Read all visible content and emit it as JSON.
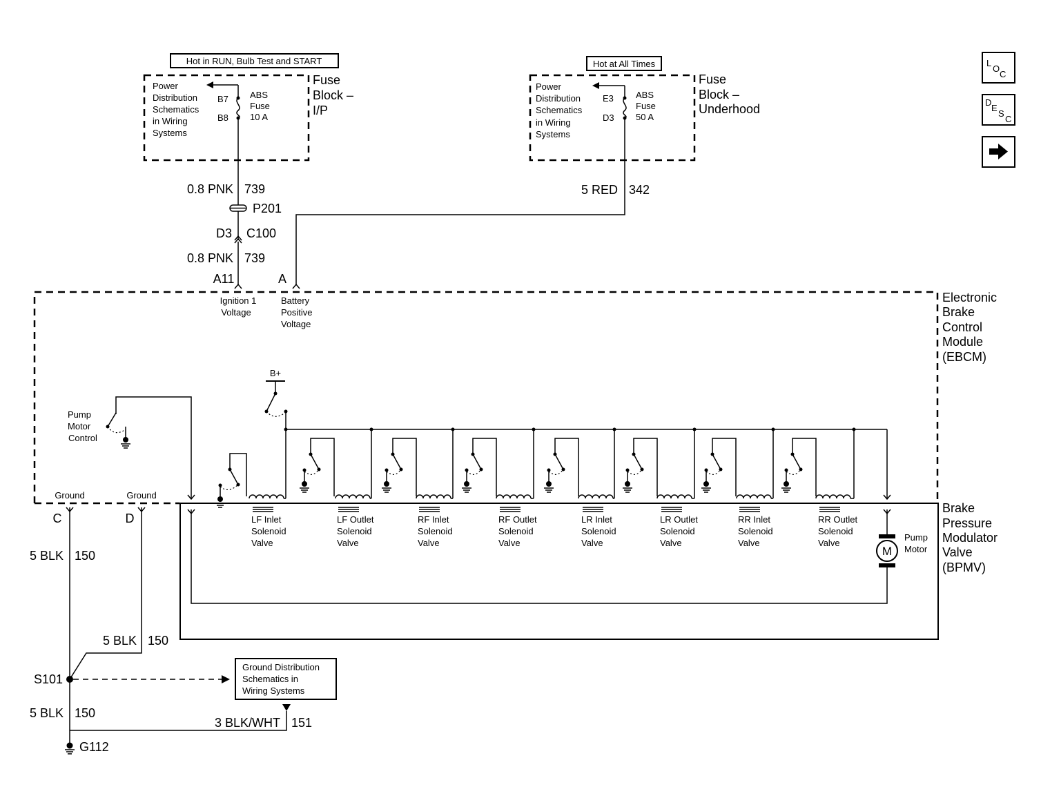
{
  "fuse_ip": {
    "hot_label": "Hot in RUN, Bulb Test and START",
    "block_name": [
      "Fuse",
      "Block –",
      "I/P"
    ],
    "power_dist": [
      "Power",
      "Distribution",
      "Schematics",
      "in Wiring",
      "Systems"
    ],
    "pin_top": "B7",
    "pin_bottom": "B8",
    "fuse_name": [
      "ABS",
      "Fuse",
      "10 A"
    ]
  },
  "fuse_uh": {
    "hot_label": "Hot at All Times",
    "block_name": [
      "Fuse",
      "Block –",
      "Underhood"
    ],
    "power_dist": [
      "Power",
      "Distribution",
      "Schematics",
      "in Wiring",
      "Systems"
    ],
    "pin_top": "E3",
    "pin_bottom": "D3",
    "fuse_name": [
      "ABS",
      "Fuse",
      "50 A"
    ]
  },
  "wires": {
    "ign_upper_size": "0.8 PNK",
    "ign_upper_circuit": "739",
    "ign_lower_size": "0.8 PNK",
    "ign_lower_circuit": "739",
    "batt_size": "5 RED",
    "batt_circuit": "342",
    "gnd_c_size": "5 BLK",
    "gnd_c_circuit": "150",
    "gnd_d_size": "5 BLK",
    "gnd_d_circuit": "150",
    "g112_size": "5 BLK",
    "g112_circuit": "150",
    "bpmv_gnd_size": "3 BLK/WHT",
    "bpmv_gnd_circuit": "151"
  },
  "connectors": {
    "p201": "P201",
    "c100_pin": "D3",
    "c100": "C100",
    "ebcm_ign_pin": "A11",
    "ebcm_batt_pin": "A",
    "ebcm_gnd_c": "C",
    "ebcm_gnd_d": "D"
  },
  "ebcm": {
    "name": [
      "Electronic",
      "Brake",
      "Control",
      "Module",
      "(EBCM)"
    ],
    "ign_label": [
      "Ignition 1",
      "Voltage"
    ],
    "batt_label": [
      "Battery",
      "Positive",
      "Voltage"
    ],
    "pump_control": [
      "Pump",
      "Motor",
      "Control"
    ],
    "b_plus": "B+",
    "ground_left": "Ground",
    "ground_right": "Ground"
  },
  "bpmv": {
    "name": [
      "Brake",
      "Pressure",
      "Modulator",
      "Valve",
      "(BPMV)"
    ],
    "pump_motor": [
      "Pump",
      "Motor"
    ],
    "motor_symbol": "M",
    "valves": [
      [
        "LF Inlet",
        "Solenoid",
        "Valve"
      ],
      [
        "LF Outlet",
        "Solenoid",
        "Valve"
      ],
      [
        "RF Inlet",
        "Solenoid",
        "Valve"
      ],
      [
        "RF Outlet",
        "Solenoid",
        "Valve"
      ],
      [
        "LR Inlet",
        "Solenoid",
        "Valve"
      ],
      [
        "LR Outlet",
        "Solenoid",
        "Valve"
      ],
      [
        "RR Inlet",
        "Solenoid",
        "Valve"
      ],
      [
        "RR Outlet",
        "Solenoid",
        "Valve"
      ]
    ]
  },
  "grounds": {
    "splice": "S101",
    "ground_point": "G112",
    "ground_dist": [
      "Ground Distribution",
      "Schematics in",
      "Wiring Systems"
    ]
  },
  "nav": {
    "loc": [
      "L",
      "O",
      "C"
    ],
    "desc": [
      "D",
      "E",
      "S",
      "C"
    ],
    "next_icon": "arrow-right-icon"
  }
}
